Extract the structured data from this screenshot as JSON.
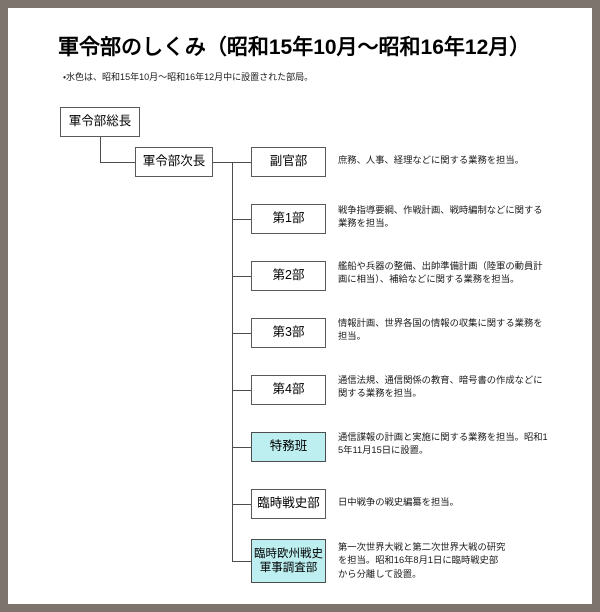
{
  "page": {
    "title": "軍令部のしくみ（昭和15年10月〜昭和16年12月）",
    "subtitle": "・水色は、昭和15年10月〜昭和16年12月中に設置された部局。",
    "legend_color": "#bdeef0",
    "page_background": "#ffffff",
    "frame_color": "#7d756d"
  },
  "chart_data": {
    "type": "diagram",
    "diagram_kind": "organization-chart",
    "title": "軍令部のしくみ（昭和15年10月〜昭和16年12月）",
    "note": "・水色は、昭和15年10月〜昭和16年12月中に設置された部局。",
    "root": {
      "label": "軍令部総長",
      "highlight": false
    },
    "second": {
      "label": "軍令部次長",
      "highlight": false
    },
    "children": [
      {
        "label": "副官部",
        "highlight": false,
        "description": "庶務、人事、経理などに関する業務を担当。"
      },
      {
        "label": "第1部",
        "highlight": false,
        "description": "戦争指導要綱、作戦計画、戦時編制などに関する\n業務を担当。"
      },
      {
        "label": "第2部",
        "highlight": false,
        "description": "艦船や兵器の整備、出帥準備計画（陸軍の動員計\n画に相当）、補給などに関する業務を担当。"
      },
      {
        "label": "第3部",
        "highlight": false,
        "description": "情報計画、世界各国の情報の収集に関する業務を\n担当。"
      },
      {
        "label": "第4部",
        "highlight": false,
        "description": "通信法規、通信関係の教育、暗号書の作成などに\n関する業務を担当。"
      },
      {
        "label": "特務班",
        "highlight": true,
        "description": "通信諜報の計画と実施に関する業務を担当。昭和1\n5年11月15日に設置。"
      },
      {
        "label": "臨時戦史部",
        "highlight": false,
        "description": "日中戦争の戦史編纂を担当。"
      },
      {
        "label": "臨時欧州戦史\n軍事調査部",
        "highlight": true,
        "description": "第一次世界大戦と第二次世界大戦の研究\nを担当。昭和16年8月1日に臨時戦史部\nから分離して設置。"
      }
    ]
  }
}
